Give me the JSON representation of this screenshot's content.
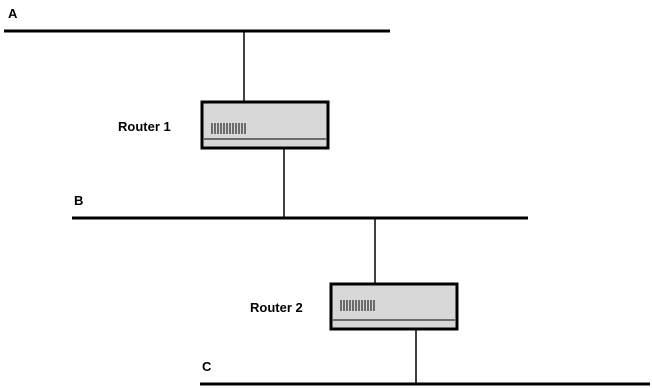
{
  "network_segments": [
    {
      "id": "A",
      "label": "A"
    },
    {
      "id": "B",
      "label": "B"
    },
    {
      "id": "C",
      "label": "C"
    }
  ],
  "routers": [
    {
      "id": "router-1",
      "label": "Router 1",
      "connects": [
        "A",
        "B"
      ]
    },
    {
      "id": "router-2",
      "label": "Router 2",
      "connects": [
        "B",
        "C"
      ]
    }
  ],
  "colors": {
    "line": "#000000",
    "router_fill": "#d8d8d8",
    "router_border": "#000000"
  }
}
